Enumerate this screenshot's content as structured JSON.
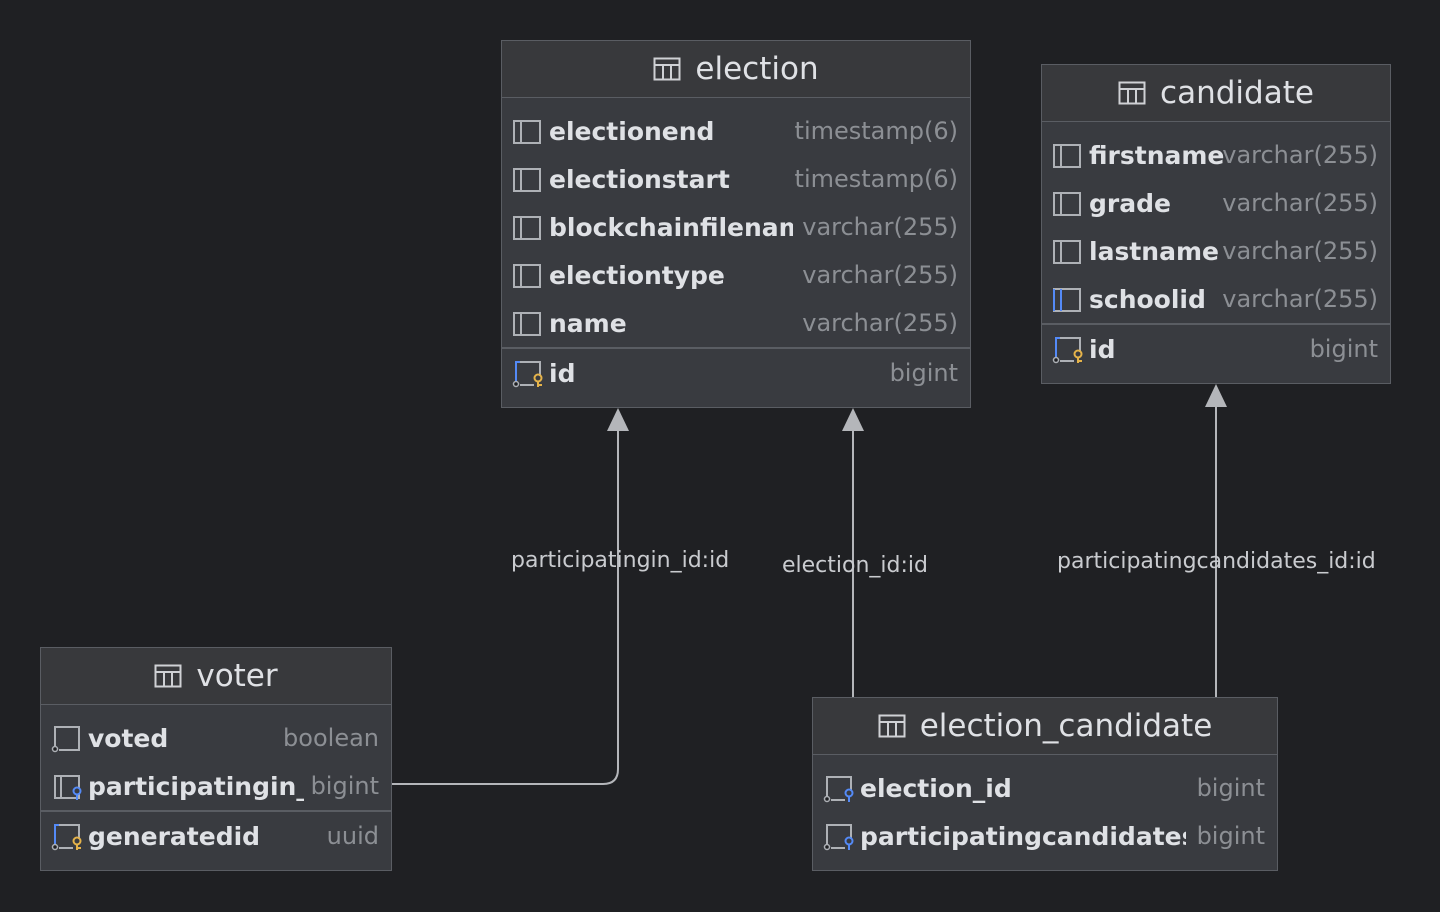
{
  "colors": {
    "background": "#1f2023",
    "table_body": "#393b40",
    "table_border": "#5a5d63",
    "column_name": "#dfe1e5",
    "column_type": "#8c8f94",
    "edge": "#b4b6ba",
    "fk_icon": "#548af7",
    "pk_key_icon": "#e5b34a"
  },
  "tables": {
    "election": {
      "name": "election",
      "columns": [
        {
          "name": "electionend",
          "type": "timestamp(6)",
          "icon": "column-icon"
        },
        {
          "name": "electionstart",
          "type": "timestamp(6)",
          "icon": "column-icon"
        },
        {
          "name": "blockchainfilename",
          "type": "varchar(255)",
          "icon": "column-icon"
        },
        {
          "name": "electiontype",
          "type": "varchar(255)",
          "icon": "column-icon"
        },
        {
          "name": "name",
          "type": "varchar(255)",
          "icon": "column-icon"
        }
      ],
      "keys": [
        {
          "name": "id",
          "type": "bigint",
          "icon": "primary-key-icon"
        }
      ]
    },
    "candidate": {
      "name": "candidate",
      "columns": [
        {
          "name": "firstname",
          "type": "varchar(255)",
          "icon": "column-icon"
        },
        {
          "name": "grade",
          "type": "varchar(255)",
          "icon": "column-icon"
        },
        {
          "name": "lastname",
          "type": "varchar(255)",
          "icon": "column-icon"
        },
        {
          "name": "schoolid",
          "type": "varchar(255)",
          "icon": "indexed-column-icon"
        }
      ],
      "keys": [
        {
          "name": "id",
          "type": "bigint",
          "icon": "primary-key-icon"
        }
      ]
    },
    "voter": {
      "name": "voter",
      "columns": [
        {
          "name": "voted",
          "type": "boolean",
          "icon": "not-null-column-icon"
        },
        {
          "name": "participatingin_id",
          "type": "bigint",
          "icon": "foreign-key-icon"
        }
      ],
      "keys": [
        {
          "name": "generatedid",
          "type": "uuid",
          "icon": "primary-key-icon"
        }
      ]
    },
    "election_candidate": {
      "name": "election_candidate",
      "columns": [],
      "keys": [
        {
          "name": "election_id",
          "type": "bigint",
          "icon": "foreign-key-icon"
        },
        {
          "name": "participatingcandidates_id",
          "type": "bigint",
          "icon": "foreign-key-icon"
        }
      ]
    }
  },
  "relations": [
    {
      "label": "participatingin_id:id",
      "from": "voter",
      "to": "election"
    },
    {
      "label": "election_id:id",
      "from": "election_candidate",
      "to": "election"
    },
    {
      "label": "participatingcandidates_id:id",
      "from": "election_candidate",
      "to": "candidate"
    }
  ]
}
